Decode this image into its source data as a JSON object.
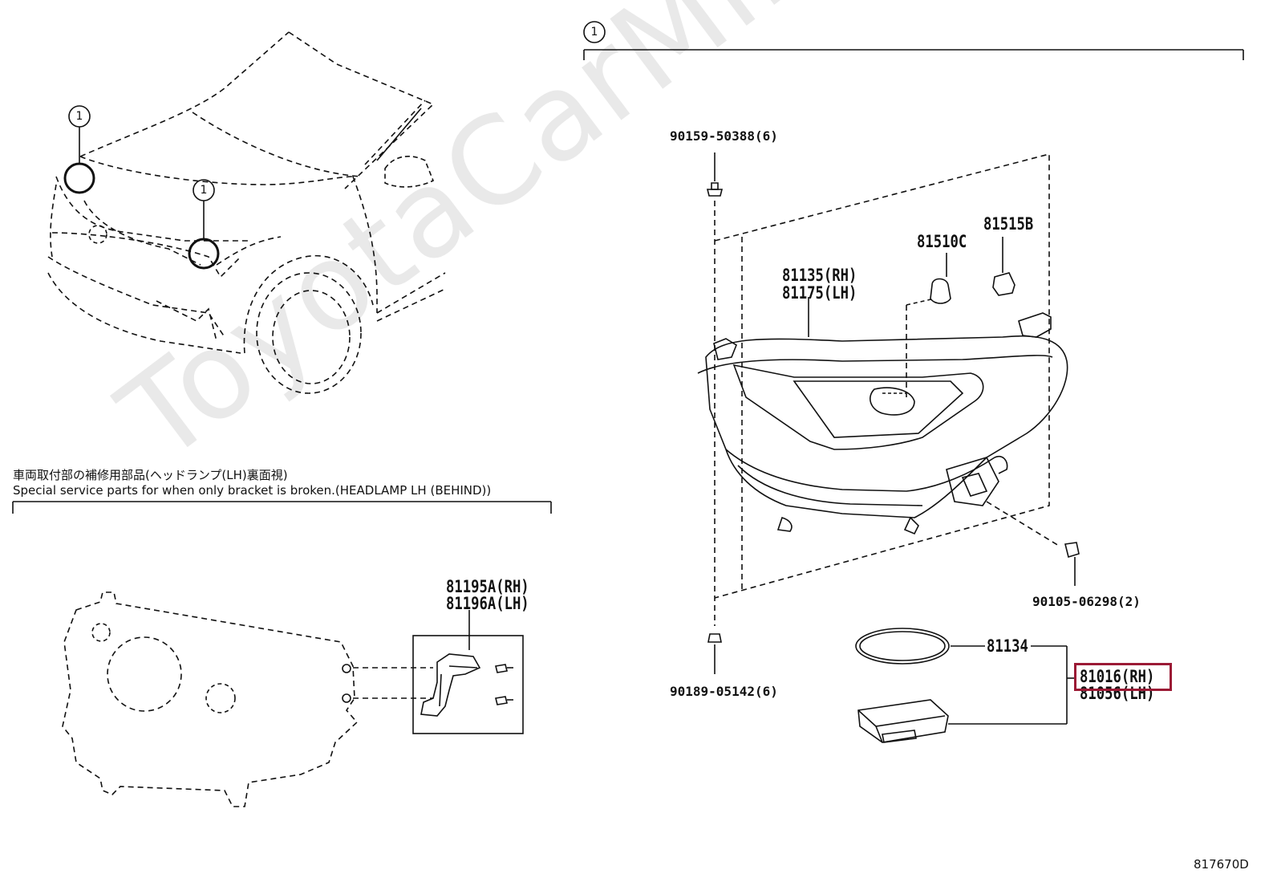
{
  "watermark": "ToyotaCarMine.ru",
  "callout_number": "1",
  "notes": {
    "japanese": "車両取付部の補修用部品(ヘッドランプ(LH)裏面視)",
    "english": "Special service parts for when only bracket is broken.(HEADLAMP LH (BEHIND))"
  },
  "parts": {
    "bolt_top": "90159-50388(6)",
    "bulb_c": "81510C",
    "socket_b": "81515B",
    "lamp_rh": "81135(RH)",
    "lamp_lh": "81175(LH)",
    "bolt_right": "90105-06298(2)",
    "bolt_bottom": "90189-05142(6)",
    "gasket": "81134",
    "assy_rh": "81016(RH)",
    "assy_lh": "81056(LH)",
    "bracket_rh": "81195A(RH)",
    "bracket_lh": "81196A(LH)"
  },
  "diagram_code": "817670D",
  "highlight_color": "#9b1a35"
}
